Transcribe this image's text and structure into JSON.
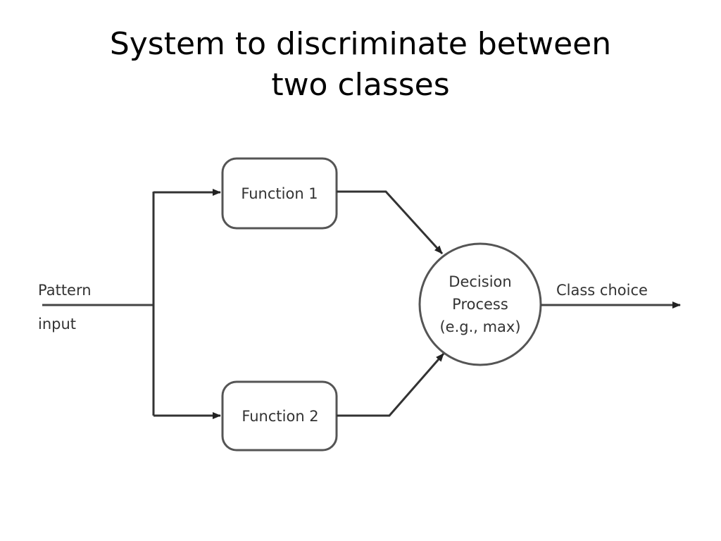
{
  "title": {
    "line1": "System to discriminate between",
    "line2": "two classes"
  },
  "diagram": {
    "input_label_line1": "Pattern",
    "input_label_line2": "input",
    "function1_label": "Function 1",
    "function2_label": "Function 2",
    "decision_line1": "Decision",
    "decision_line2": "Process",
    "decision_line3": "(e.g., max)",
    "output_label": "Class choice"
  },
  "colors": {
    "line": "#333333",
    "box_border": "#555555",
    "text": "#333333"
  }
}
